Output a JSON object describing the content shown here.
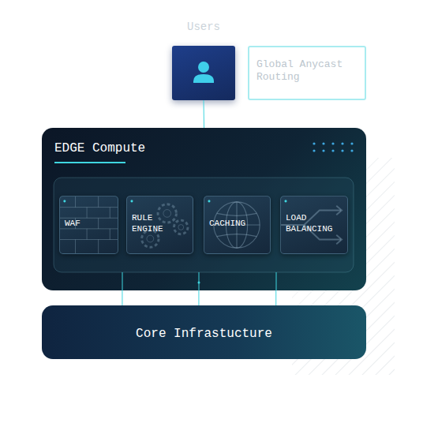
{
  "diagram": {
    "nodes": [
      {
        "text": [
          "Users"
        ]
      },
      {
        "text": [
          "Global Anycast Routing"
        ]
      },
      {
        "text": [
          "EDGE Compute"
        ]
      },
      {
        "text": [
          "WAF"
        ],
        "in": 2
      },
      {
        "text": [
          "RULE ENGINE"
        ],
        "in": 2
      },
      {
        "text": [
          "CACHING"
        ],
        "in": 2
      },
      {
        "text": [
          "LOAD BALANCING"
        ],
        "in": 2
      },
      {
        "text": [
          "Core Infrastucture"
        ]
      }
    ],
    "edges": [
      {
        "from": 0,
        "to": 2,
        "arrow": "none"
      },
      {
        "from": 2,
        "to": 7,
        "arrow": "none"
      },
      {
        "from": 2,
        "to": 7,
        "arrow": "none"
      },
      {
        "from": 2,
        "to": 7,
        "arrow": "none"
      }
    ]
  }
}
